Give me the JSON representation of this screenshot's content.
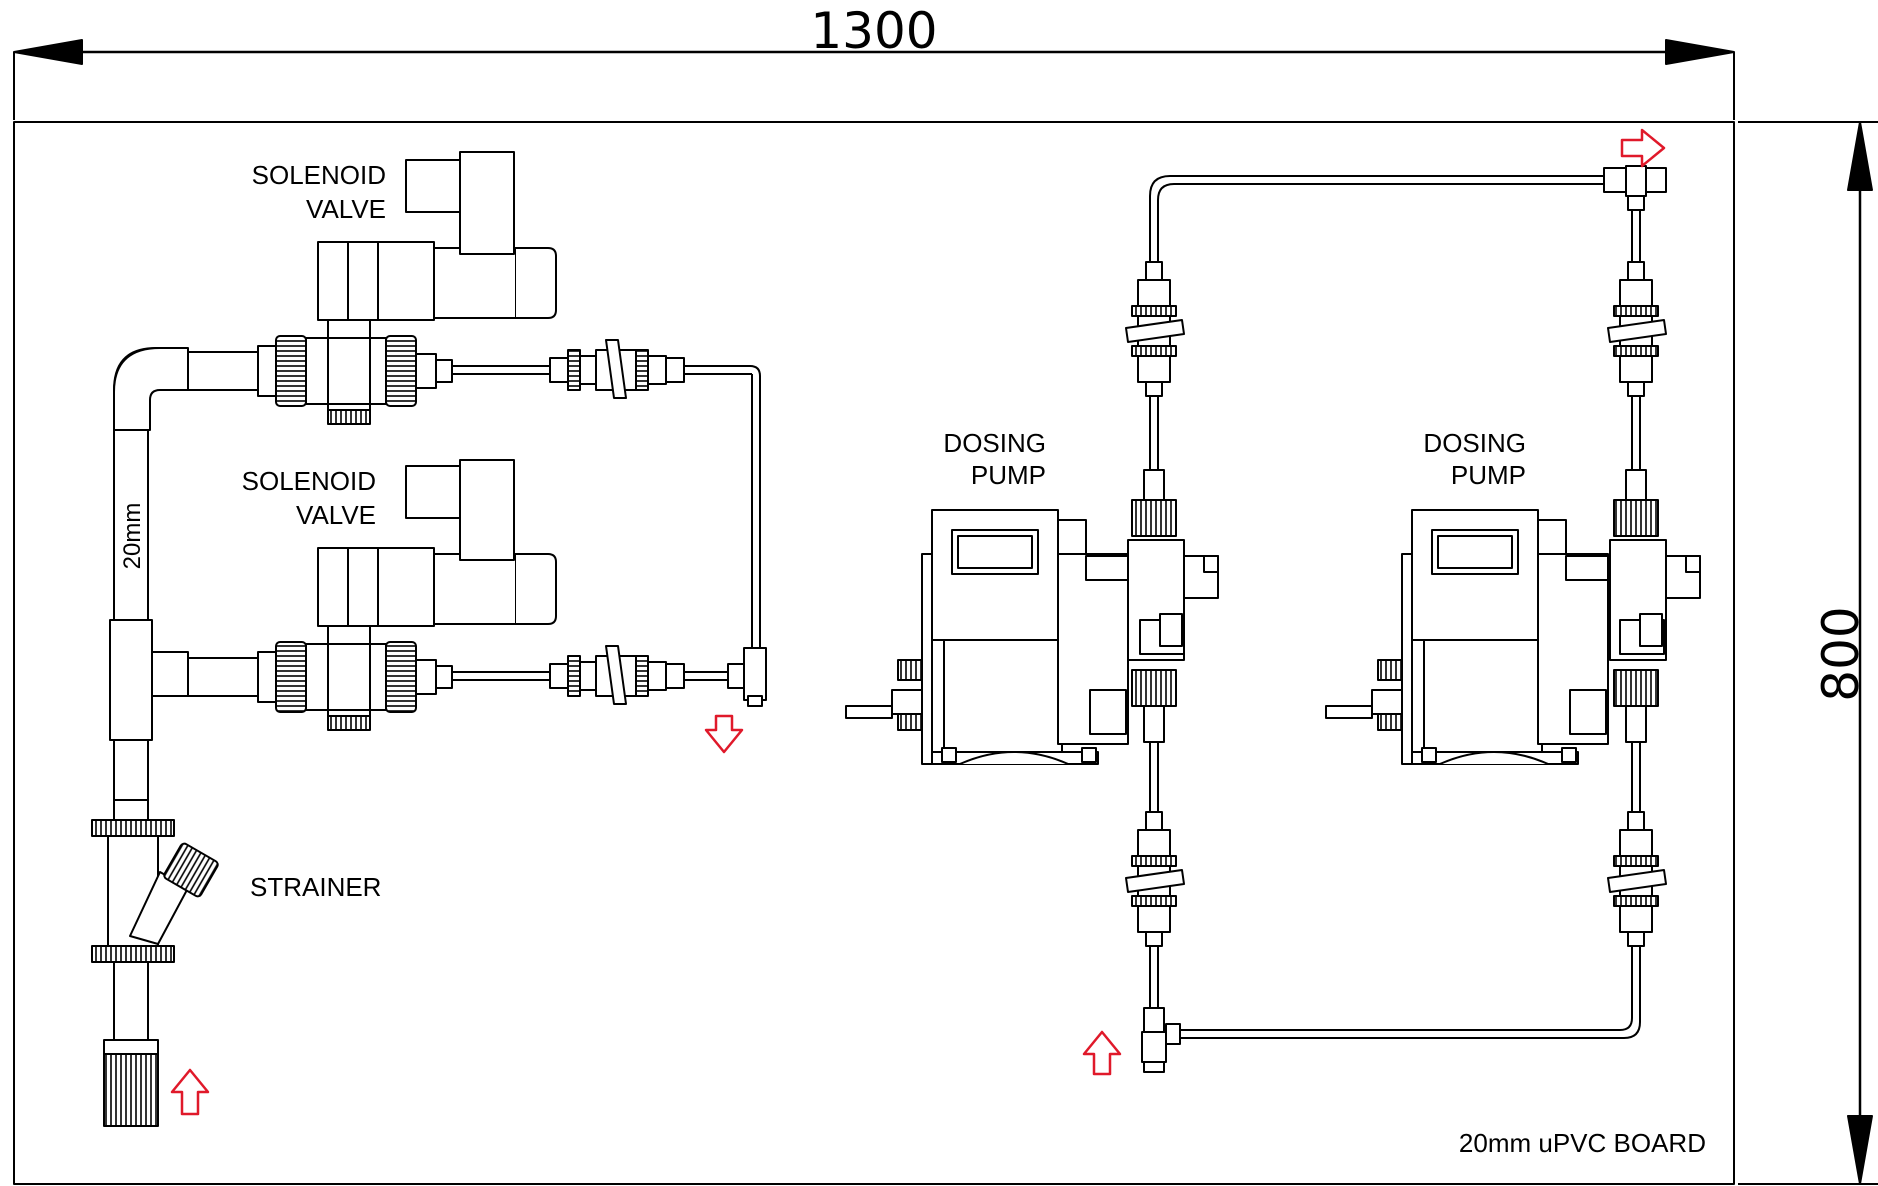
{
  "dimensions": {
    "width": "1300",
    "height": "800"
  },
  "labels": {
    "solenoid_top": [
      "SOLENOID",
      "VALVE"
    ],
    "solenoid_bottom": [
      "SOLENOID",
      "VALVE"
    ],
    "pipe_size": "20mm",
    "strainer": "STRAINER",
    "pump_left": [
      "DOSING",
      "PUMP"
    ],
    "pump_right": [
      "DOSING",
      "PUMP"
    ],
    "board": "20mm uPVC BOARD"
  },
  "colors": {
    "line": "#000000",
    "flow_arrow": "#e0192a",
    "background": "#ffffff"
  },
  "flow_arrows": [
    {
      "id": "inlet",
      "direction": "up"
    },
    {
      "id": "solenoid-outlet",
      "direction": "down"
    },
    {
      "id": "dosing-inlet",
      "direction": "up"
    },
    {
      "id": "dosing-outlet",
      "direction": "right"
    }
  ]
}
